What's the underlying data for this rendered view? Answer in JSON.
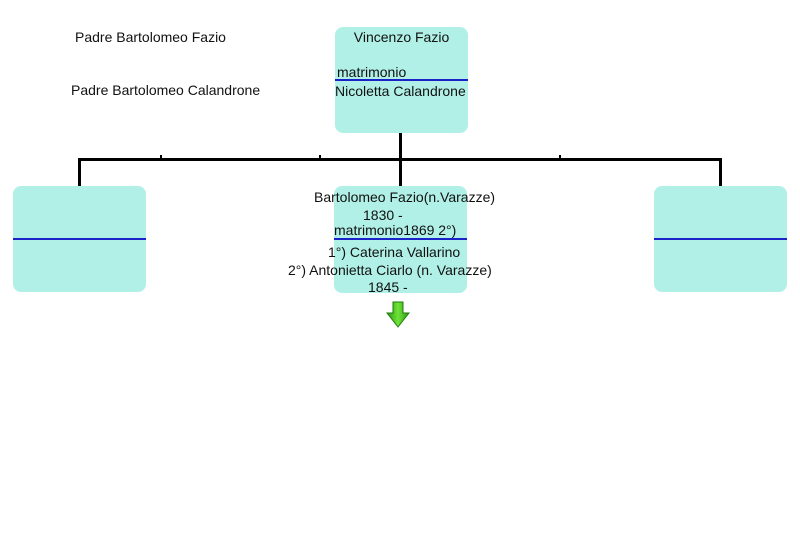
{
  "notes": {
    "father_left_top": "Padre Bartolomeo Fazio",
    "father_left_bottom": "Padre Bartolomeo Calandrone"
  },
  "parents": {
    "husband": "Vincenzo Fazio",
    "relation": "matrimonio",
    "wife": "Nicoletta Calandrone"
  },
  "subject": {
    "name": "Bartolomeo Fazio(n.Varazze)",
    "birth": "1830 -",
    "marriage": "matrimonio1869 2°)",
    "spouse1": "1°) Caterina Vallarino",
    "spouse2": "2°) Antonietta Ciarlo (n. Varazze)",
    "spouse2_birth": "1845 -"
  },
  "siblings": [
    {
      "top": "",
      "bottom": ""
    },
    {
      "top": "",
      "bottom": ""
    }
  ],
  "colors": {
    "box_fill": "#b0f0e6",
    "divider": "#1a22c8",
    "arrow": "#3cc81a"
  },
  "icons": {
    "expand": "green-down-arrow-icon"
  }
}
